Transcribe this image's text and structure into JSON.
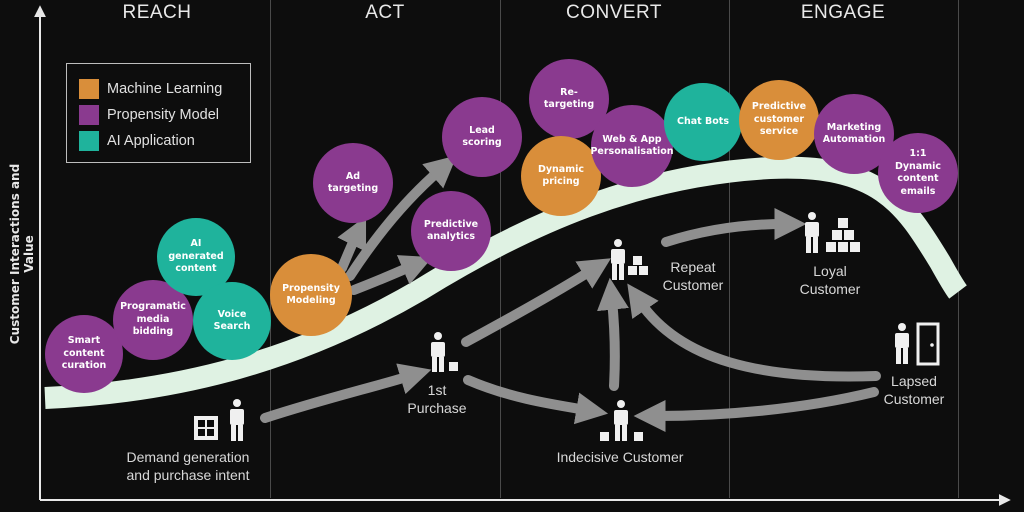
{
  "phases": [
    "REACH",
    "ACT",
    "CONVERT",
    "ENGAGE"
  ],
  "legend": [
    {
      "label": "Machine Learning",
      "color": "#d98e3a"
    },
    {
      "label": "Propensity Model",
      "color": "#8a3a8f"
    },
    {
      "label": "AI Application",
      "color": "#1fb39c"
    }
  ],
  "y_axis_label": "Customer Interactions and Value",
  "bubbles": {
    "smart_content_curation": "Smart content curation",
    "programatic_media_bidding": "Programatic media bidding",
    "ai_generated_content": "AI generated content",
    "voice_search": "Voice Search",
    "propensity_modeling": "Propensity Modeling",
    "ad_targeting": "Ad targeting",
    "predictive_analytics": "Predictive analytics",
    "lead_scoring": "Lead scoring",
    "re_targeting": "Re-targeting",
    "dynamic_pricing": "Dynamic pricing",
    "web_app_personalisation": "Web & App Personalisation",
    "chat_bots": "Chat Bots",
    "predictive_customer_service": "Predictive customer service",
    "marketing_automation": "Marketing Automation",
    "dynamic_content_emails": "1:1 Dynamic content emails"
  },
  "stages": {
    "demand": "Demand generation and purchase intent",
    "first_purchase": "1st Purchase",
    "repeat": "Repeat Customer",
    "loyal": "Loyal Customer",
    "indecisive": "Indecisive Customer",
    "lapsed": "Lapsed Customer"
  }
}
